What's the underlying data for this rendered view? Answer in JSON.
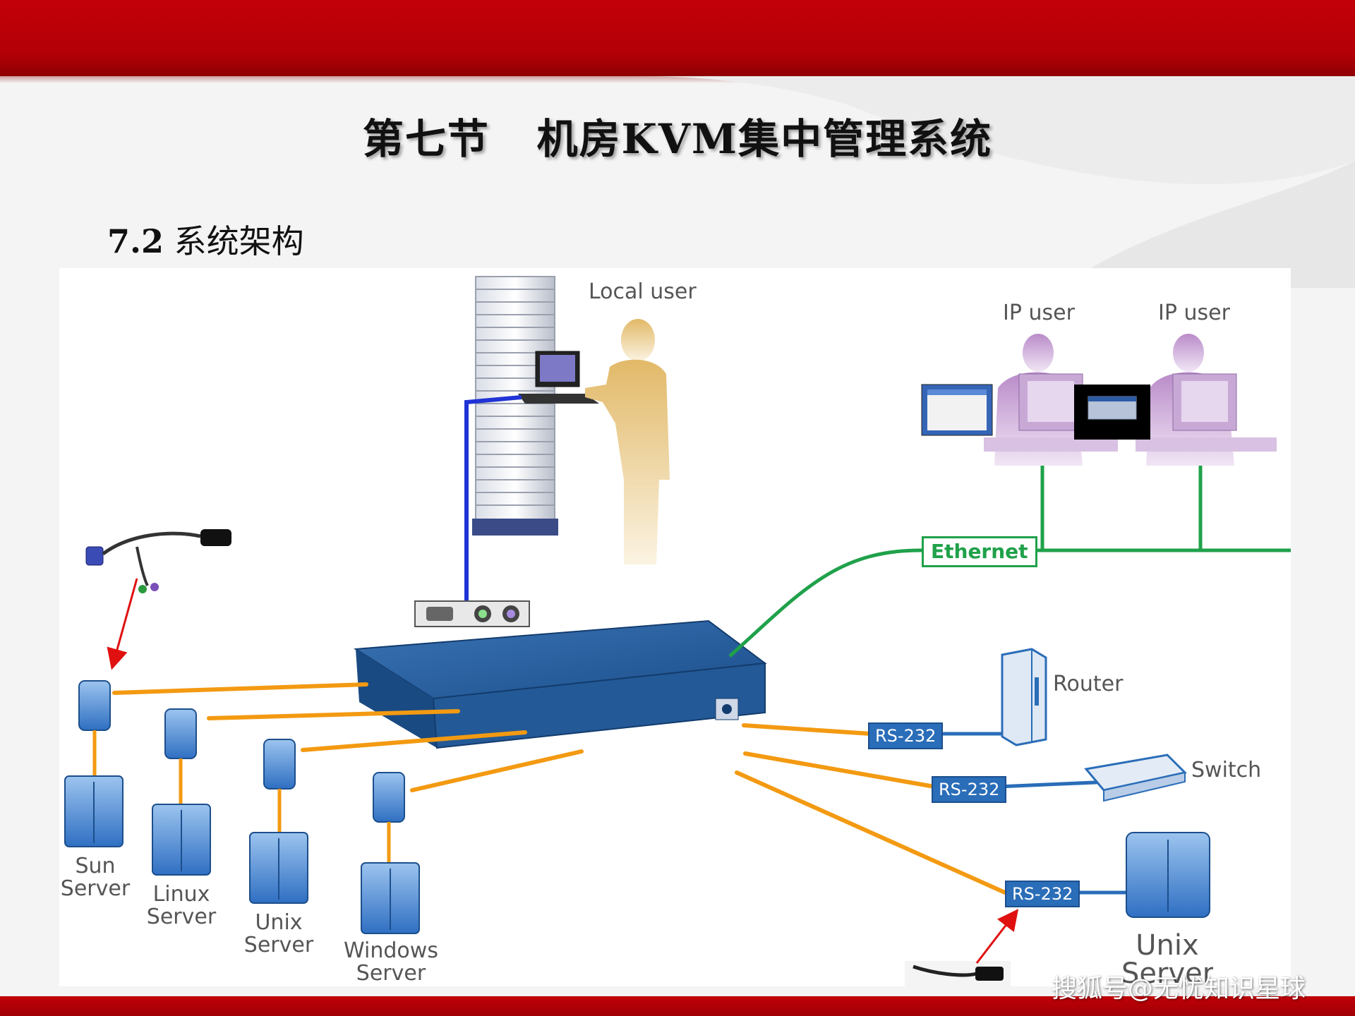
{
  "slide": {
    "title": "第七节   机房KVM集中管理系统",
    "subtitle_number": "7.2",
    "subtitle_text": " 系统架构"
  },
  "diagram": {
    "local_user": "Local user",
    "ip_user_1": "IP user",
    "ip_user_2": "IP user",
    "ethernet": "Ethernet",
    "router": "Router",
    "switch": "Switch",
    "rs232_1": "RS-232",
    "rs232_2": "RS-232",
    "rs232_3": "RS-232",
    "servers": [
      {
        "line1": "Sun",
        "line2": "Server"
      },
      {
        "line1": "Linux",
        "line2": "Server"
      },
      {
        "line1": "Unix",
        "line2": "Server"
      },
      {
        "line1": "Windows",
        "line2": "Server"
      }
    ],
    "unix_right_line1": "Unix",
    "unix_right_line2": "Server"
  },
  "colors": {
    "header_red": "#c3000a",
    "ethernet_green": "#1fa14a",
    "cable_orange": "#f39a12",
    "link_blue": "#1f33d6",
    "server_blue": "#3f7fd0",
    "user_purple": "#b98bc9",
    "arrow_red": "#e01010"
  },
  "watermark": "搜狐号@无忧知识星球"
}
